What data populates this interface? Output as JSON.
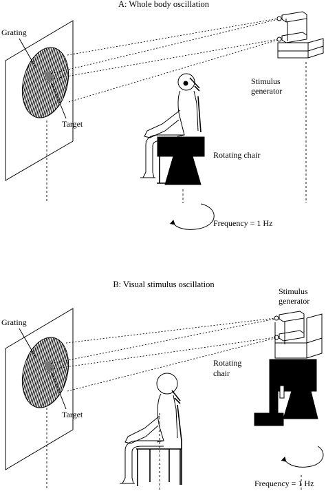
{
  "panels": {
    "a": {
      "title": "A: Whole body oscillation",
      "grating": "Grating",
      "target": "Target",
      "stimulus_generator": [
        "Stimulus",
        "generator"
      ],
      "rotating_chair": "Rotating chair",
      "frequency": "Frequency = 1 Hz"
    },
    "b": {
      "title": "B: Visual stimulus oscillation",
      "grating": "Grating",
      "target": "Target",
      "stimulus_generator": [
        "Stimulus",
        "generator"
      ],
      "rotating_chair": [
        "Rotating",
        "chair"
      ],
      "frequency": "Frequency = 1 Hz"
    }
  },
  "colors": {
    "ink": "#000000",
    "target_fill": "#777777",
    "background": "#ffffff"
  }
}
